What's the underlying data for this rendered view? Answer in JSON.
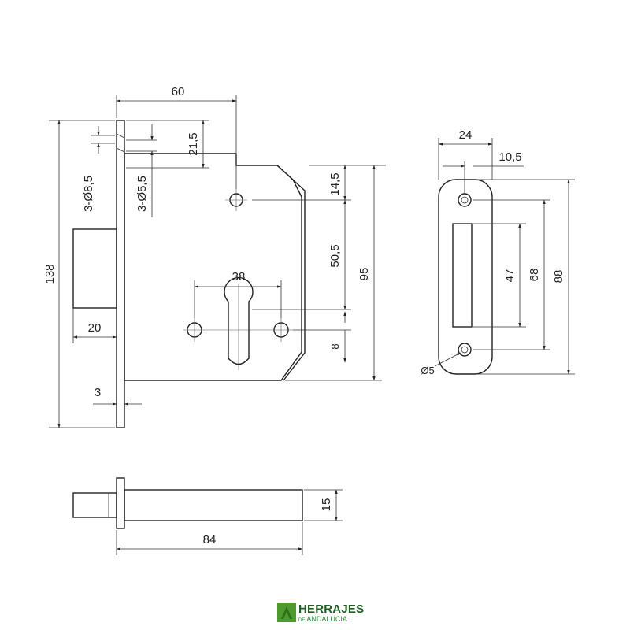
{
  "dimensions": {
    "backset": "60",
    "height_total": "138",
    "faceplate_hole_pitch": "21,5",
    "hole_large": "3-Ø8,5",
    "hole_small": "3-Ø5,5",
    "bolt_projection": "20",
    "faceplate_thickness": "3",
    "top_hole_offset": "14,5",
    "hole_to_cylinder": "50,5",
    "case_height": "95",
    "cylinder_screw_spacing": "38",
    "cylinder_offset": "8",
    "strike_width": "24",
    "strike_hole_offset": "10,5",
    "strike_slot": "47",
    "strike_hole_spacing": "68",
    "strike_height": "88",
    "strike_hole_diameter": "Ø5",
    "depth": "84",
    "case_thickness": "15"
  },
  "logo": {
    "main": "HERRAJES",
    "prefix": "DE",
    "region": "ANDALUCIA",
    "color": "#2f7a2a"
  }
}
